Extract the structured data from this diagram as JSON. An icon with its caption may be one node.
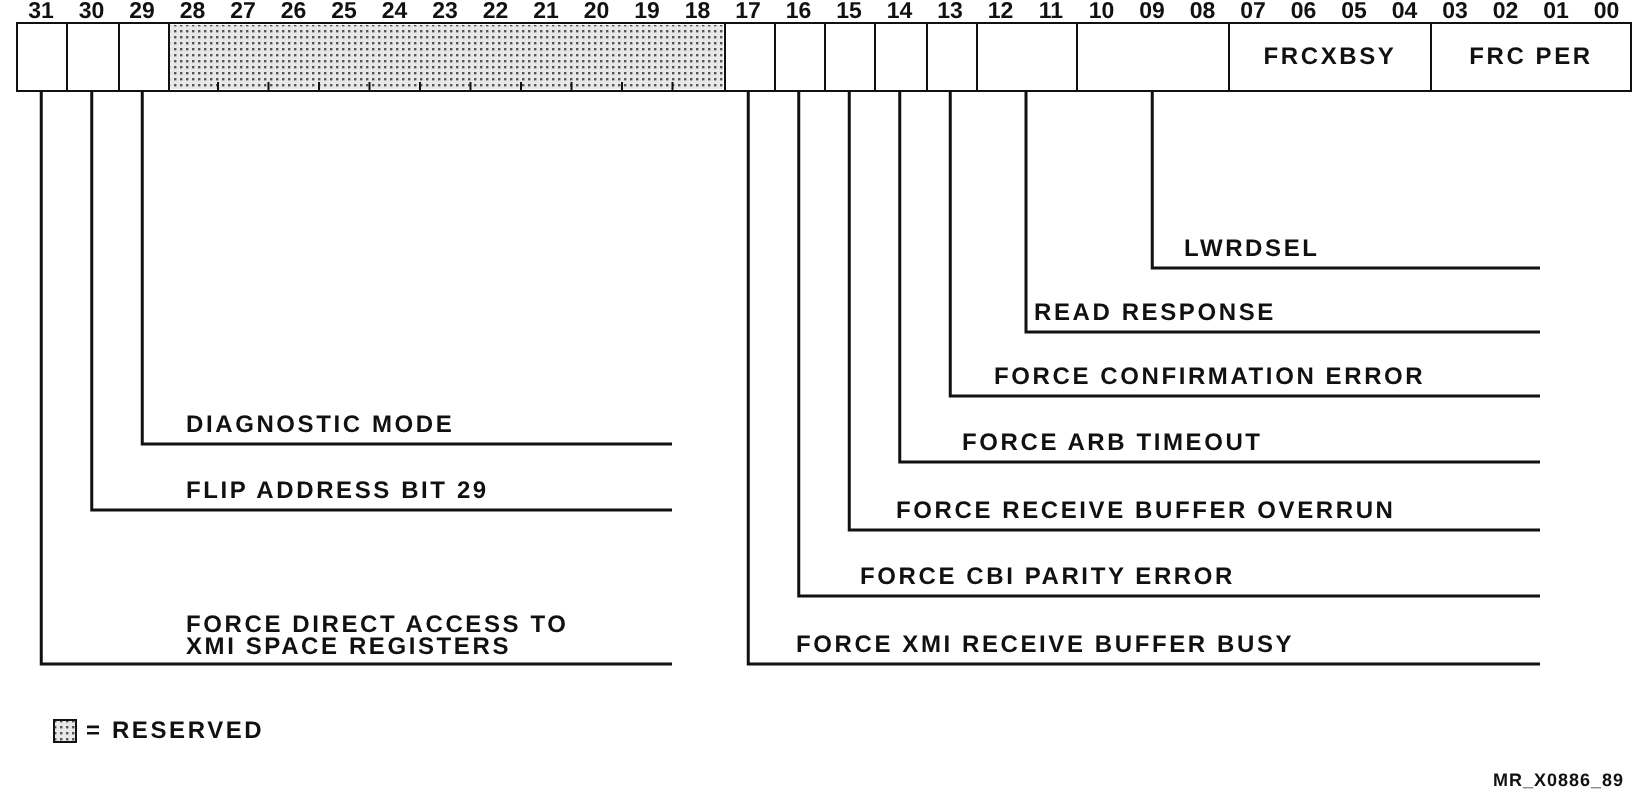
{
  "diagram": {
    "nodes": [
      {
        "text": [],
        "shape": "box"
      },
      {
        "text": [],
        "shape": "box"
      },
      {
        "text": [],
        "shape": "box"
      },
      {
        "text": [],
        "shape": "box"
      },
      {
        "text": [],
        "shape": "box"
      },
      {
        "text": [],
        "shape": "box"
      },
      {
        "text": [],
        "shape": "box"
      },
      {
        "text": [],
        "shape": "box"
      },
      {
        "text": [],
        "shape": "box"
      },
      {
        "text": [],
        "shape": "box"
      },
      {
        "text": [],
        "shape": "box"
      },
      {
        "text": [
          "FRCXBSY"
        ]
      },
      {
        "text": [
          "FRC PER"
        ]
      },
      {
        "text": [
          "LWRDSEL"
        ]
      },
      {
        "text": [
          "READ RESPONSE"
        ]
      },
      {
        "text": [
          "FORCE CONFIRMATION ERROR"
        ]
      },
      {
        "text": [
          "DIAGNOSTIC MODE"
        ]
      },
      {
        "text": [
          "FORCE ARB TIMEOUT"
        ]
      },
      {
        "text": [
          "FLIP ADDRESS BIT 29"
        ]
      },
      {
        "text": [
          "FORCE RECEIVE BUFFER OVERRUN"
        ]
      },
      {
        "text": [
          "FORCE CBI PARITY ERROR"
        ]
      },
      {
        "text": [
          "FORCE DIRECT ACCESS TO XMI SPACE REGISTERS"
        ]
      },
      {
        "text": [
          "FORCE XMI RECEIVE BUFFER BUSY"
        ]
      }
    ],
    "edges": [
      {
        "from": 13,
        "to": 10,
        "arrow": "none"
      },
      {
        "from": 14,
        "to": 9,
        "arrow": "none"
      },
      {
        "from": 15,
        "to": 8,
        "arrow": "none"
      },
      {
        "from": 16,
        "to": 2,
        "arrow": "none"
      },
      {
        "from": 17,
        "to": 7,
        "arrow": "none"
      },
      {
        "from": 18,
        "to": 1,
        "arrow": "none"
      },
      {
        "from": 19,
        "to": 6,
        "arrow": "none"
      },
      {
        "from": 20,
        "to": 5,
        "arrow": "none"
      },
      {
        "from": 21,
        "to": 0,
        "arrow": "none"
      },
      {
        "from": 22,
        "to": 4,
        "arrow": "none"
      }
    ],
    "labels": [
      "31",
      "30",
      "29",
      "28",
      "27",
      "26",
      "25",
      "24",
      "23",
      "22",
      "21",
      "20",
      "19",
      "18",
      "17",
      "16",
      "15",
      "14",
      "13",
      "12",
      "11",
      "10",
      "09",
      "08",
      "07",
      "06",
      "05",
      "04",
      "03",
      "02",
      "01",
      "00",
      "MR_X0886_89"
    ],
    "legend": [
      {
        "text": "= RESERVED"
      }
    ]
  }
}
